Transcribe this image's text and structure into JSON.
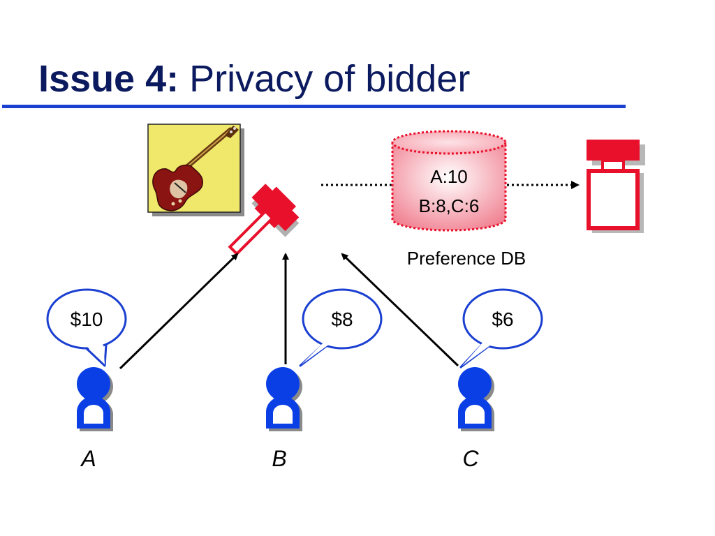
{
  "slide": {
    "title_prefix": "Issue 4:",
    "title_main": "Privacy of bidder"
  },
  "database": {
    "records": [
      "A:10",
      "B:8,C:6"
    ],
    "caption": "Preference DB"
  },
  "bidders": [
    {
      "name": "A",
      "bid": "$10"
    },
    {
      "name": "B",
      "bid": "$8"
    },
    {
      "name": "C",
      "bid": "$6"
    }
  ],
  "colors": {
    "title": "#0b1a5e",
    "rule": "#1a3fd1",
    "bidder": "#0a3fe6",
    "auctioneer": "#e8102a",
    "db_fill": "#f6a0ac",
    "guitar_bg": "#efe86a"
  },
  "icons": {
    "item": "guitar-icon",
    "auctioneer": "gavel-icon",
    "storage": "storage-box-icon",
    "bidder": "person-icon"
  }
}
